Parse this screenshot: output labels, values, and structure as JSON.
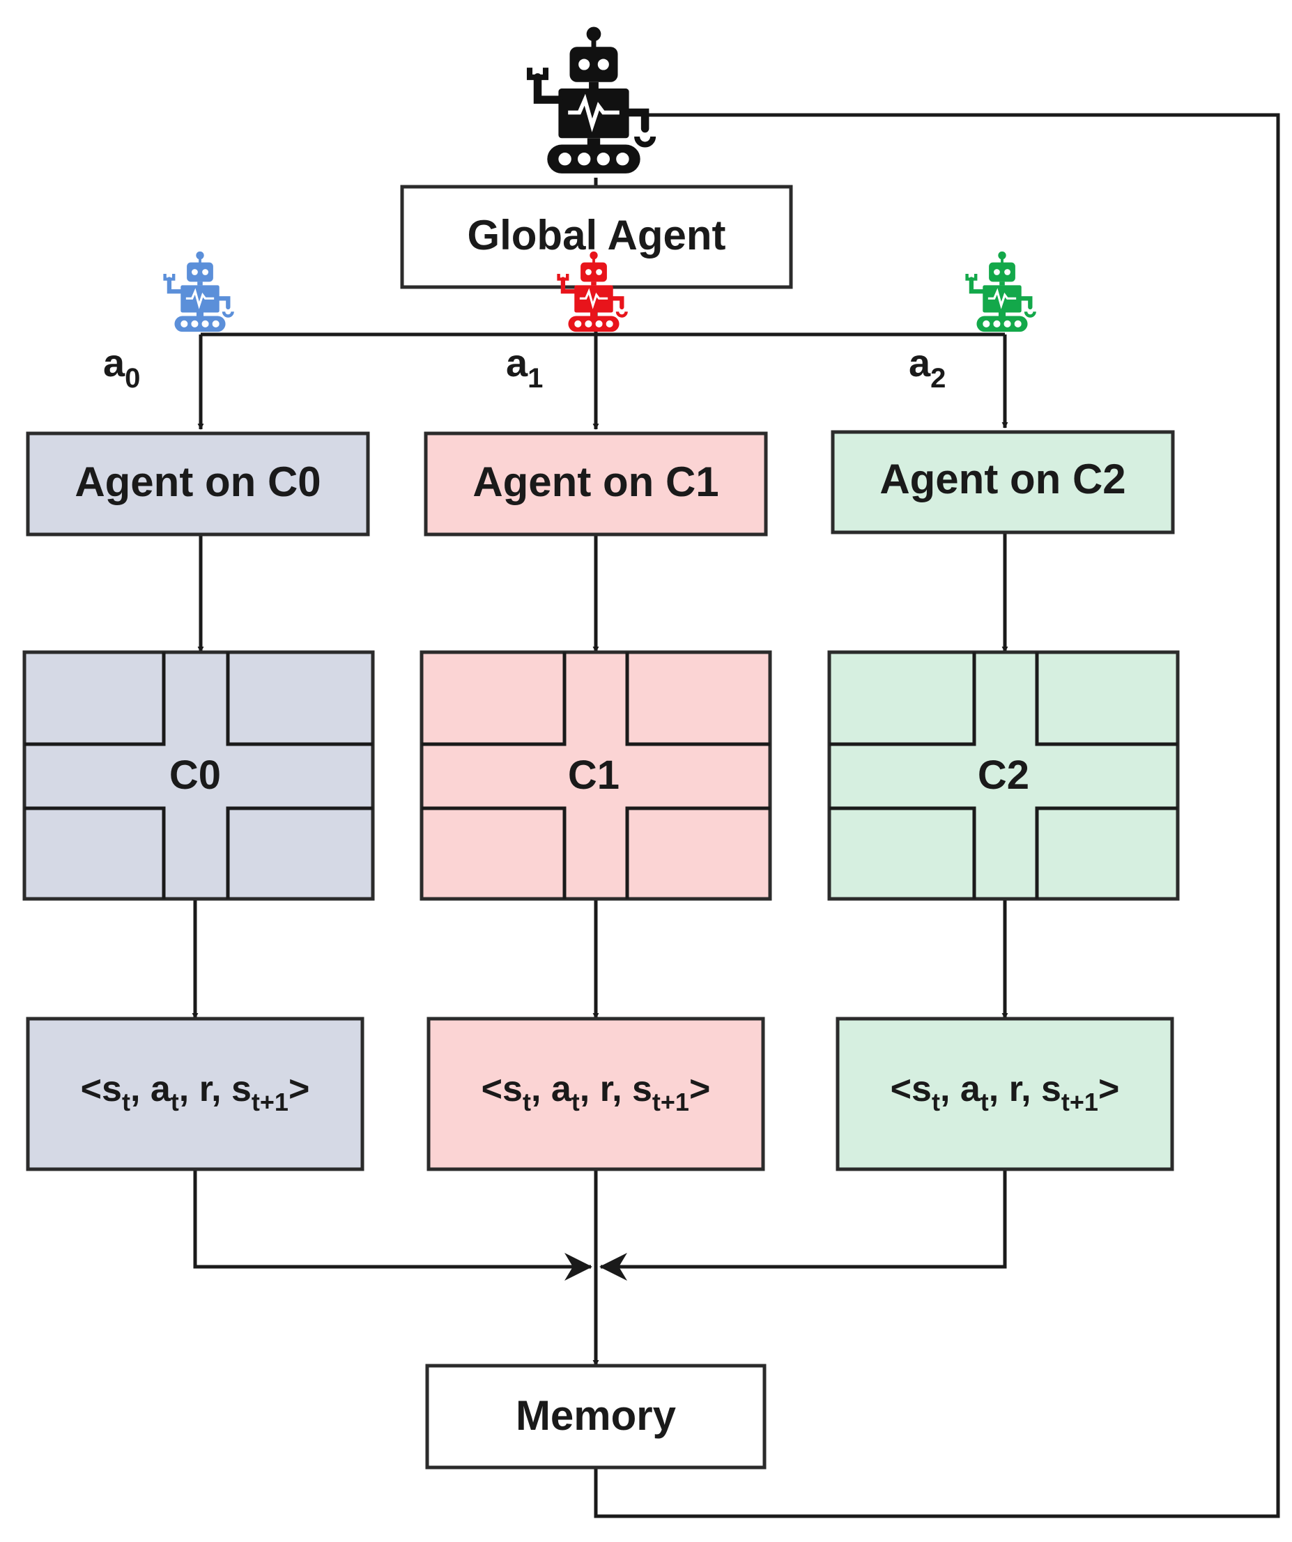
{
  "global_agent": {
    "label": "Global Agent"
  },
  "memory": {
    "label": "Memory"
  },
  "colors": {
    "c0_fill": "#d5d9e5",
    "c1_fill": "#fbd4d4",
    "c2_fill": "#d6efe0",
    "c0_robot": "#5b8fd9",
    "c1_robot": "#e8141b",
    "c2_robot": "#13a84a",
    "global_robot": "#111111"
  },
  "columns": [
    {
      "action": {
        "base": "a",
        "sub": "0"
      },
      "agent_label": "Agent on C0",
      "cross_label": "C0",
      "transition": {
        "lt": "<",
        "s": "s",
        "s_sub": "t",
        "a": "a",
        "a_sub": "t",
        "r": "r",
        "s2": "s",
        "s2_sub": "t+1",
        "gt": ">"
      }
    },
    {
      "action": {
        "base": "a",
        "sub": "1"
      },
      "agent_label": "Agent on C1",
      "cross_label": "C1",
      "transition": {
        "lt": "<",
        "s": "s",
        "s_sub": "t",
        "a": "a",
        "a_sub": "t",
        "r": "r",
        "s2": "s",
        "s2_sub": "t+1",
        "gt": ">"
      }
    },
    {
      "action": {
        "base": "a",
        "sub": "2"
      },
      "agent_label": "Agent on C2",
      "cross_label": "C2",
      "transition": {
        "lt": "<",
        "s": "s",
        "s_sub": "t",
        "a": "a",
        "a_sub": "t",
        "r": "r",
        "s2": "s",
        "s2_sub": "t+1",
        "gt": ">"
      }
    }
  ]
}
